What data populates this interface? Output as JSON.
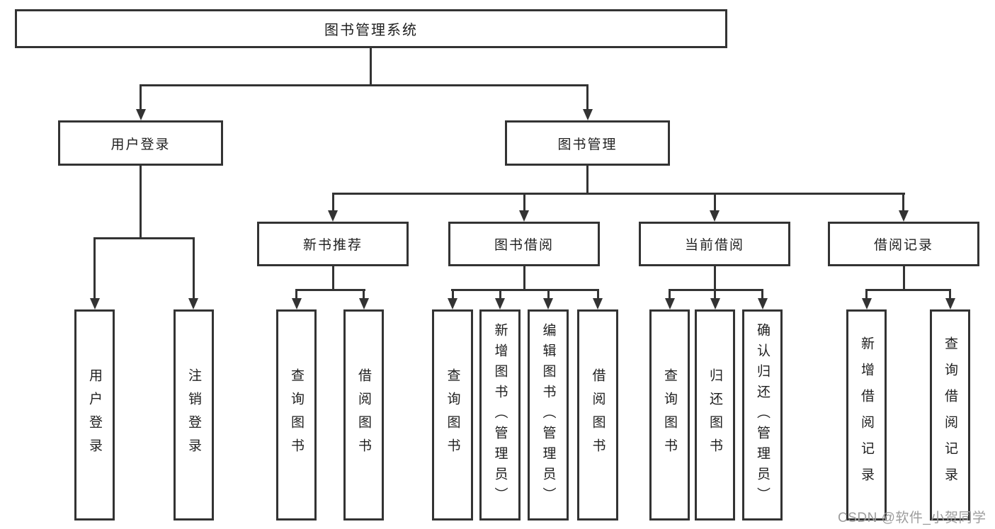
{
  "colors": {
    "background": "#ffffff",
    "line": "#333333",
    "node_border": "#333333",
    "node_fill": "#ffffff",
    "text": "#1f1f1f",
    "watermark": "#9c9c9c"
  },
  "watermark": {
    "text": "CSDN @软件_小贺同学"
  },
  "tree": {
    "root": "图书管理系统",
    "branches": [
      {
        "label": "用户登录",
        "children": [
          "用户登录",
          "注销登录"
        ]
      },
      {
        "label": "图书管理",
        "children": [
          {
            "label": "新书推荐",
            "children": [
              "查询图书",
              "借阅图书"
            ]
          },
          {
            "label": "图书借阅",
            "children": [
              "查询图书",
              "新增图书（管理员）",
              "编辑图书（管理员）",
              "借阅图书"
            ]
          },
          {
            "label": "当前借阅",
            "children": [
              "查询图书",
              "归还图书",
              "确认归还（管理员）"
            ]
          },
          {
            "label": "借阅记录",
            "children": [
              "新增借阅记录",
              "查询借阅记录"
            ]
          }
        ]
      }
    ]
  }
}
